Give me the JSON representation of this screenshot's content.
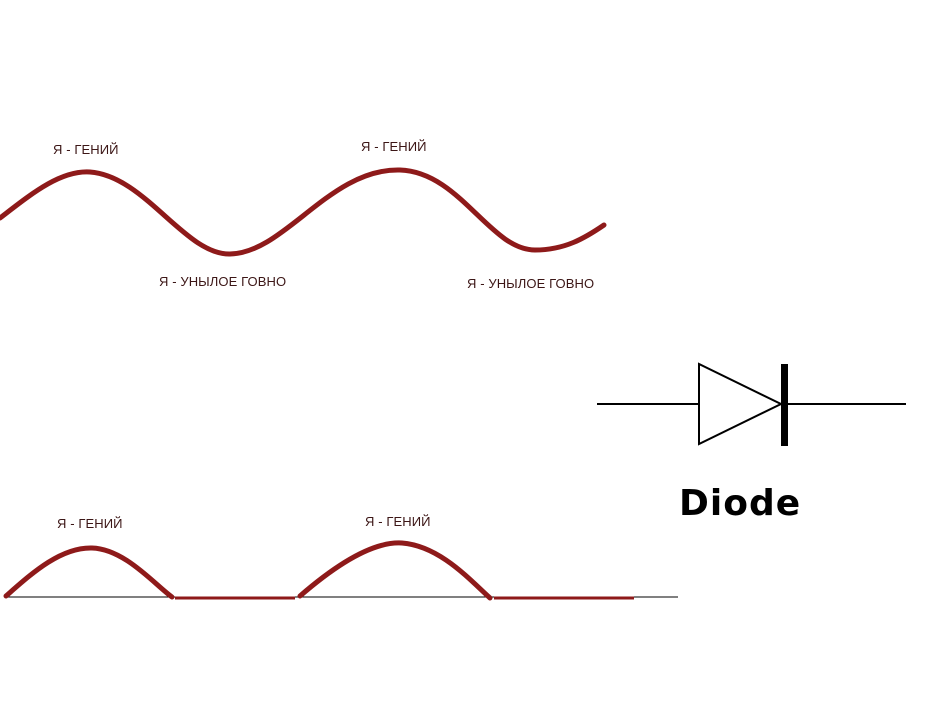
{
  "top_wave": {
    "peak_labels": [
      "Я - ГЕНИЙ",
      "Я - ГЕНИЙ"
    ],
    "trough_labels": [
      "Я - УНЫЛОЕ ГОВНО",
      "Я - УНЫЛОЕ ГОВНО"
    ]
  },
  "bottom_wave": {
    "peak_labels": [
      "Я - ГЕНИЙ",
      "Я - ГЕНИЙ"
    ]
  },
  "diode": {
    "title": "Diode"
  },
  "colors": {
    "wave": "#8e1a1a",
    "text": "#3c1616",
    "symbol": "#000000",
    "background": "#ffffff"
  }
}
